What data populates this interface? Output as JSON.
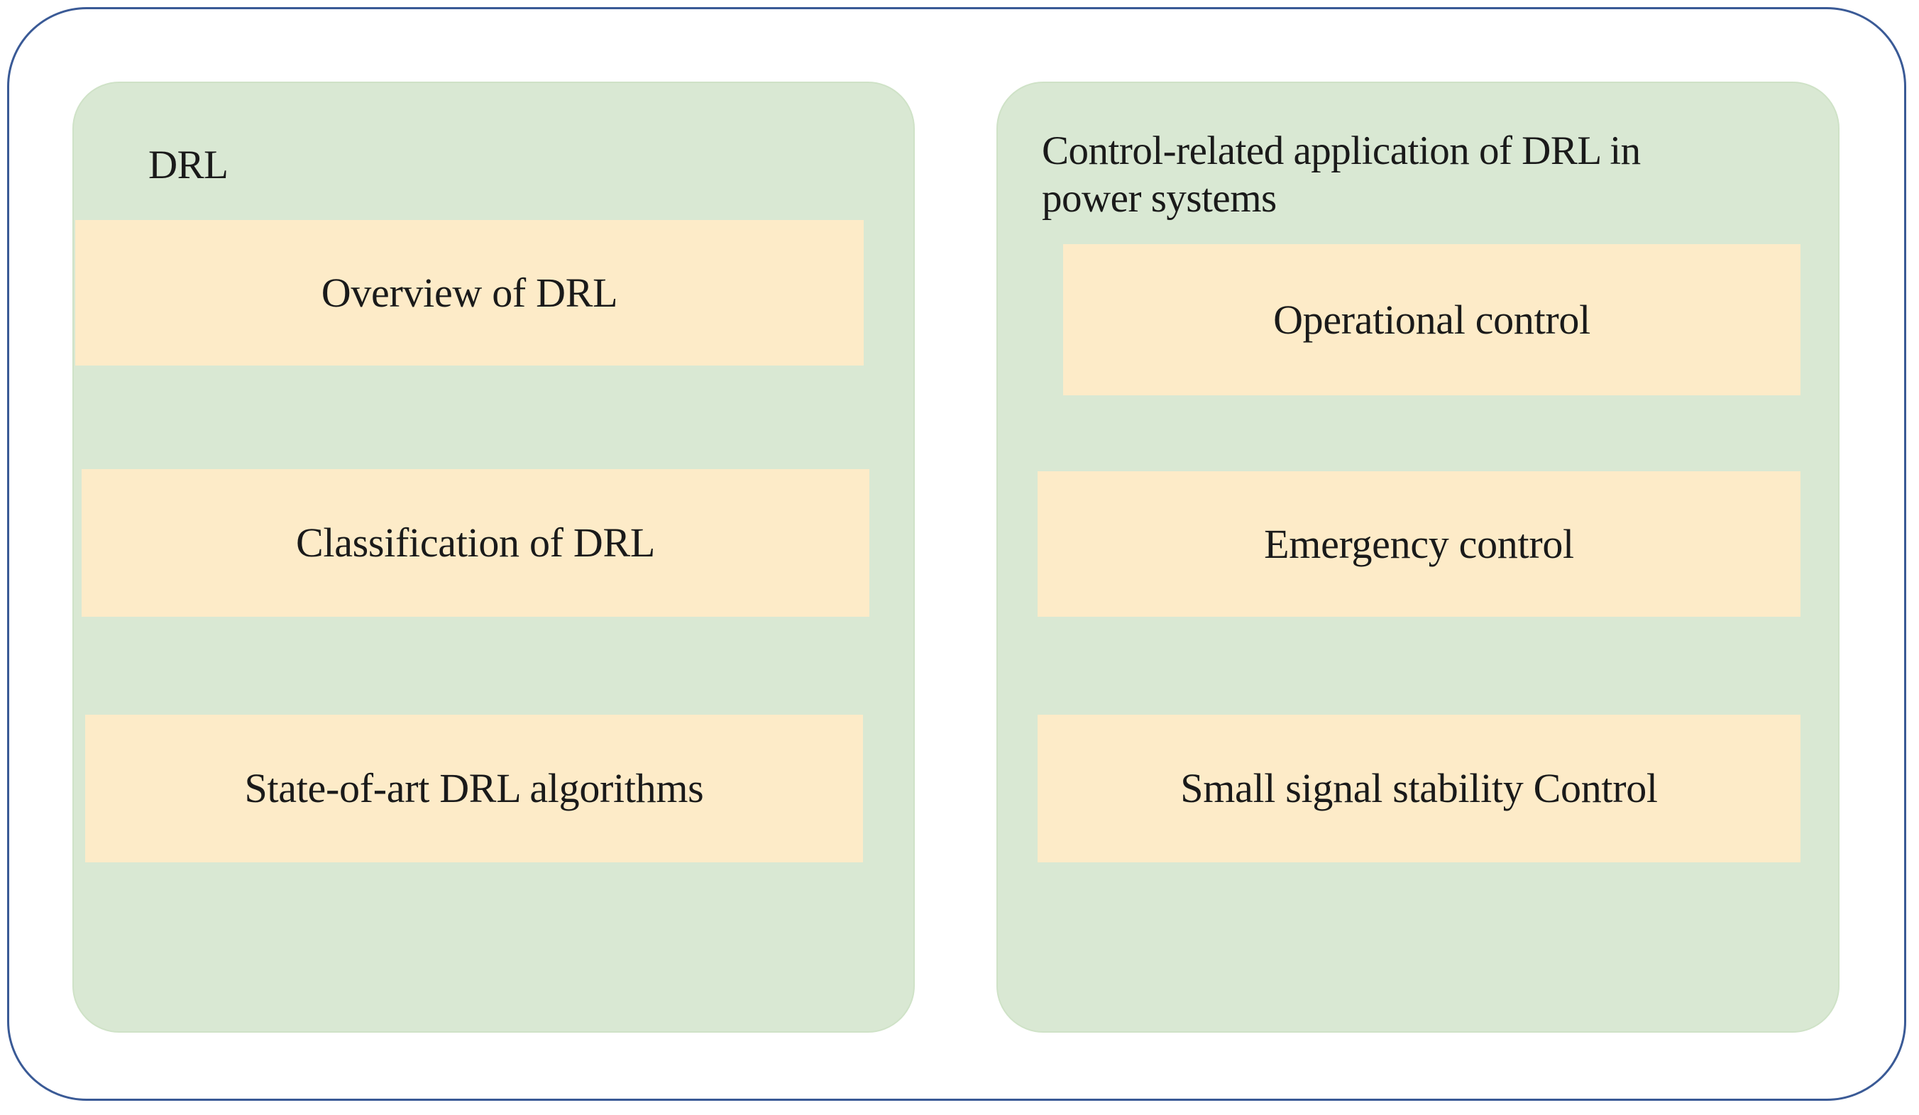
{
  "figure": {
    "frame_color": "#3a5a96",
    "panel_fill": "#d9e8d3",
    "item_fill": "#fdebc8",
    "text_color": "#1a1a1a"
  },
  "groups": [
    {
      "id": "drl",
      "title": "DRL",
      "items": [
        {
          "label": "Overview of  DRL"
        },
        {
          "label": "Classification of DRL"
        },
        {
          "label": "State-of-art DRL algorithms"
        }
      ]
    },
    {
      "id": "control-applications",
      "title": "Control-related application of DRL in\npower systems",
      "items": [
        {
          "label": "Operational control"
        },
        {
          "label": "Emergency control"
        },
        {
          "label": "Small signal stability Control"
        }
      ]
    }
  ]
}
